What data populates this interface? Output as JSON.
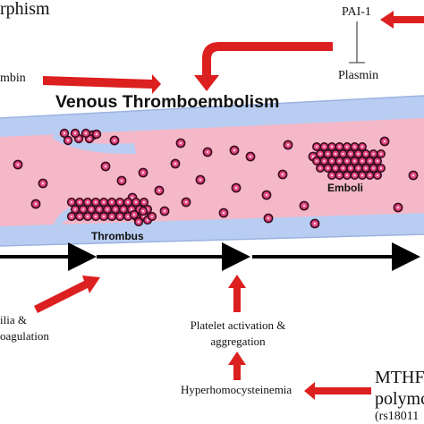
{
  "title": "Venous Thromboembolism",
  "vessel_labels": {
    "emboli": "Emboli",
    "thrombus": "Thrombus"
  },
  "factors": {
    "polymorphism_fragment": "rphism",
    "pai1": "PAI-1",
    "plasmin": "Plasmin",
    "thrombin_fragment": "mbin",
    "thrombophilia_line1": "ilia &",
    "thrombophilia_line2": "oagulation",
    "platelet_line1": "Platelet activation &",
    "platelet_line2": "aggregation",
    "hyperhomocysteinemia": "Hyperhomocysteinemia",
    "mthfr_line1": "MTHF",
    "mthfr_line2": "polymc",
    "mthfr_line3": "(rs18011"
  },
  "colors": {
    "vessel_wall": "#b9cdf2",
    "blood": "#f4b8c8",
    "cell_fill": "#e0457f",
    "cell_border": "#3a0a1c",
    "arrow_red": "#dc1f1f",
    "timeline": "#000000"
  },
  "icons": {
    "inhibition": "inhibition-t-bar-icon"
  }
}
